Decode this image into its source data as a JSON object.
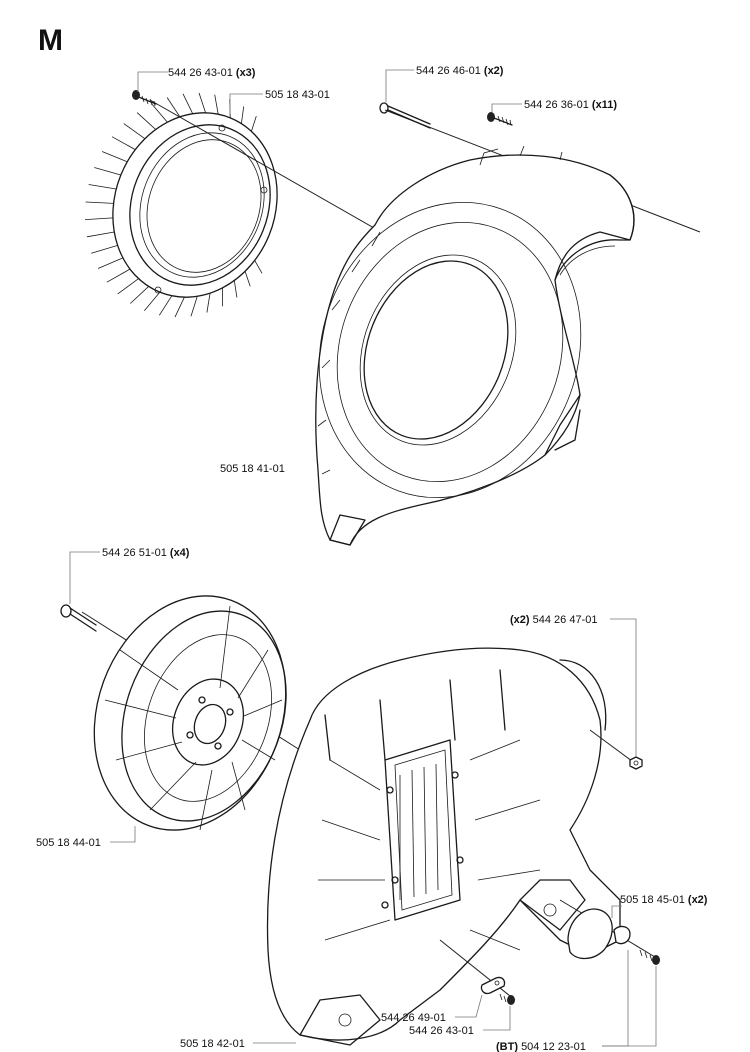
{
  "section": "M",
  "parts": [
    {
      "id": "p1",
      "number": "544 26 43-01",
      "qty": "(x3)",
      "qty_position": "after"
    },
    {
      "id": "p2",
      "number": "505 18 43-01",
      "qty": "",
      "qty_position": "after"
    },
    {
      "id": "p3",
      "number": "544 26 46-01",
      "qty": "(x2)",
      "qty_position": "after"
    },
    {
      "id": "p4",
      "number": "544 26 36-01",
      "qty": "(x11)",
      "qty_position": "after"
    },
    {
      "id": "p5",
      "number": "505 18 41-01",
      "qty": "",
      "qty_position": "after"
    },
    {
      "id": "p6",
      "number": "544 26 51-01",
      "qty": "(x4)",
      "qty_position": "after"
    },
    {
      "id": "p7",
      "number": "544 26 47-01",
      "qty": "(x2)",
      "qty_position": "before"
    },
    {
      "id": "p8",
      "number": "505 18 44-01",
      "qty": "",
      "qty_position": "after"
    },
    {
      "id": "p9",
      "number": "505 18 45-01",
      "qty": "(x2)",
      "qty_position": "after"
    },
    {
      "id": "p10",
      "number": "544 26 49-01",
      "qty": "",
      "qty_position": "after"
    },
    {
      "id": "p11",
      "number": "544 26 43-01",
      "qty": "",
      "qty_position": "after"
    },
    {
      "id": "p12",
      "number": "505 18 42-01",
      "qty": "",
      "qty_position": "after"
    },
    {
      "id": "p13",
      "number": "504 12 23-01",
      "qty": "(BT)",
      "qty_position": "before"
    }
  ]
}
